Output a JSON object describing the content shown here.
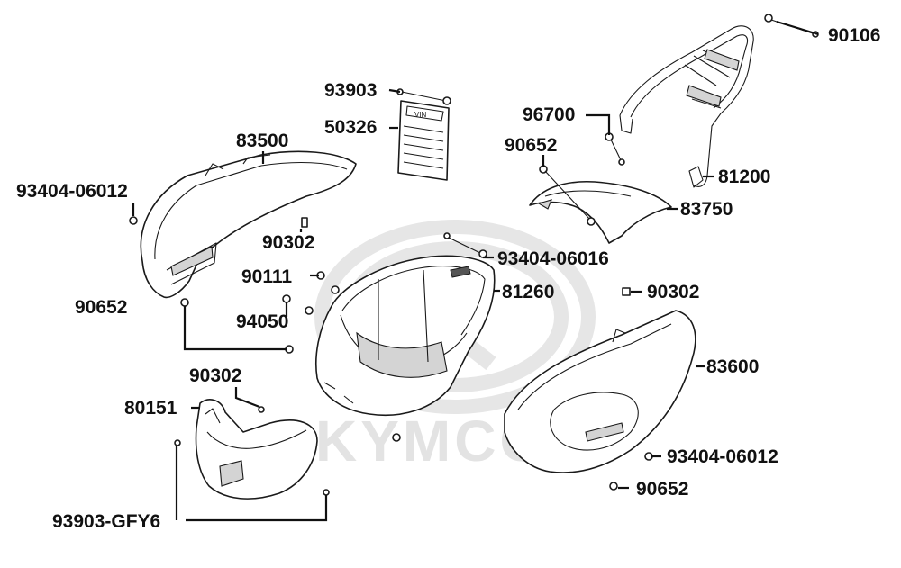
{
  "watermark": {
    "brand": "KYMCO"
  },
  "parts": [
    {
      "id": "p90106",
      "number": "90106"
    },
    {
      "id": "p93903",
      "number": "93903"
    },
    {
      "id": "p50326",
      "number": "50326"
    },
    {
      "id": "p96700",
      "number": "96700"
    },
    {
      "id": "p83500",
      "number": "83500"
    },
    {
      "id": "p90652a",
      "number": "90652"
    },
    {
      "id": "p81200",
      "number": "81200"
    },
    {
      "id": "p93404a",
      "number": "93404-06012"
    },
    {
      "id": "p83750",
      "number": "83750"
    },
    {
      "id": "p90302a",
      "number": "90302"
    },
    {
      "id": "p93404b",
      "number": "93404-06016"
    },
    {
      "id": "p90111",
      "number": "90111"
    },
    {
      "id": "p81260",
      "number": "81260"
    },
    {
      "id": "p90302b",
      "number": "90302"
    },
    {
      "id": "p90652b",
      "number": "90652"
    },
    {
      "id": "p94050",
      "number": "94050"
    },
    {
      "id": "p83600",
      "number": "83600"
    },
    {
      "id": "p90302c",
      "number": "90302"
    },
    {
      "id": "p80151",
      "number": "80151"
    },
    {
      "id": "p93404c",
      "number": "93404-06012"
    },
    {
      "id": "p90652c",
      "number": "90652"
    },
    {
      "id": "p93903g",
      "number": "93903-GFY6"
    }
  ]
}
